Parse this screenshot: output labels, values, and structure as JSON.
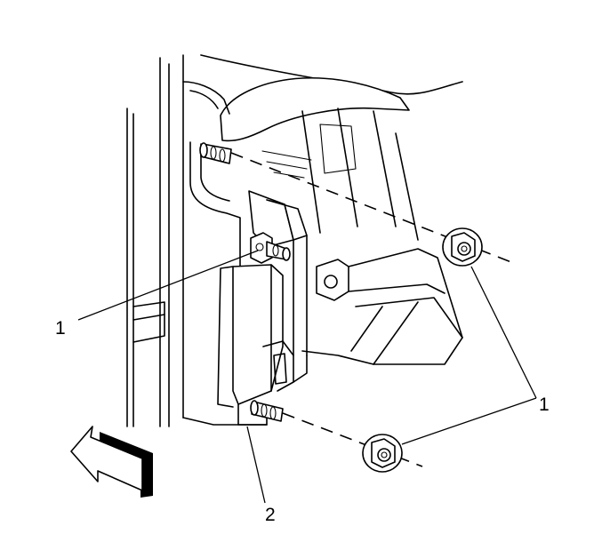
{
  "diagram": {
    "callouts": [
      {
        "id": "callout-1-left",
        "label": "1"
      },
      {
        "id": "callout-1-right",
        "label": "1"
      },
      {
        "id": "callout-2",
        "label": "2"
      }
    ],
    "icons": [
      "direction-arrow-icon",
      "nut-icon",
      "stud-icon",
      "bracket-assembly-icon"
    ],
    "colors": {
      "line": "#000000",
      "background": "#ffffff"
    }
  }
}
